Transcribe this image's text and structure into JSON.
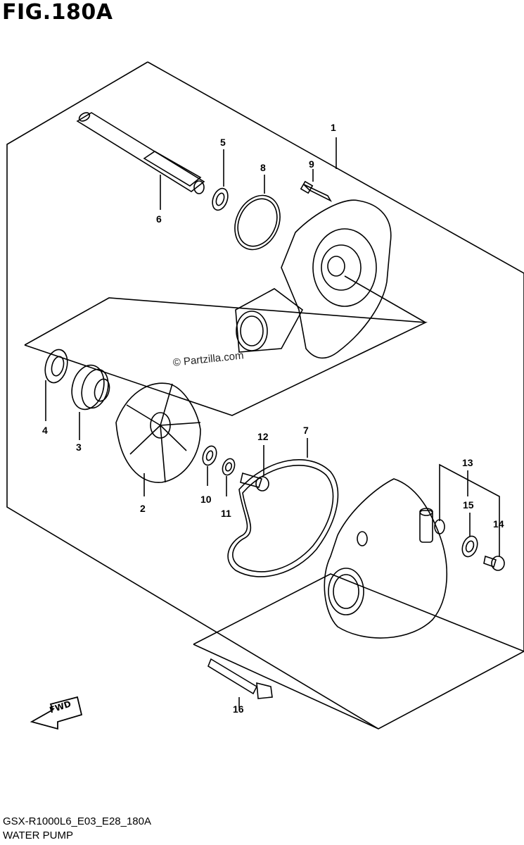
{
  "figure_title": "FIG.180A",
  "watermark": "Partzilla.com",
  "footer": {
    "code": "GSX-R1000L6_E03_E28_180A",
    "name": "WATER PUMP"
  },
  "direction_badge": "FWD",
  "callouts": {
    "c1": "1",
    "c2": "2",
    "c3": "3",
    "c4": "4",
    "c5": "5",
    "c6": "6",
    "c7": "7",
    "c8": "8",
    "c9": "9",
    "c10": "10",
    "c11": "11",
    "c12": "12",
    "c13": "13",
    "c14": "14",
    "c15": "15",
    "c16": "16"
  }
}
